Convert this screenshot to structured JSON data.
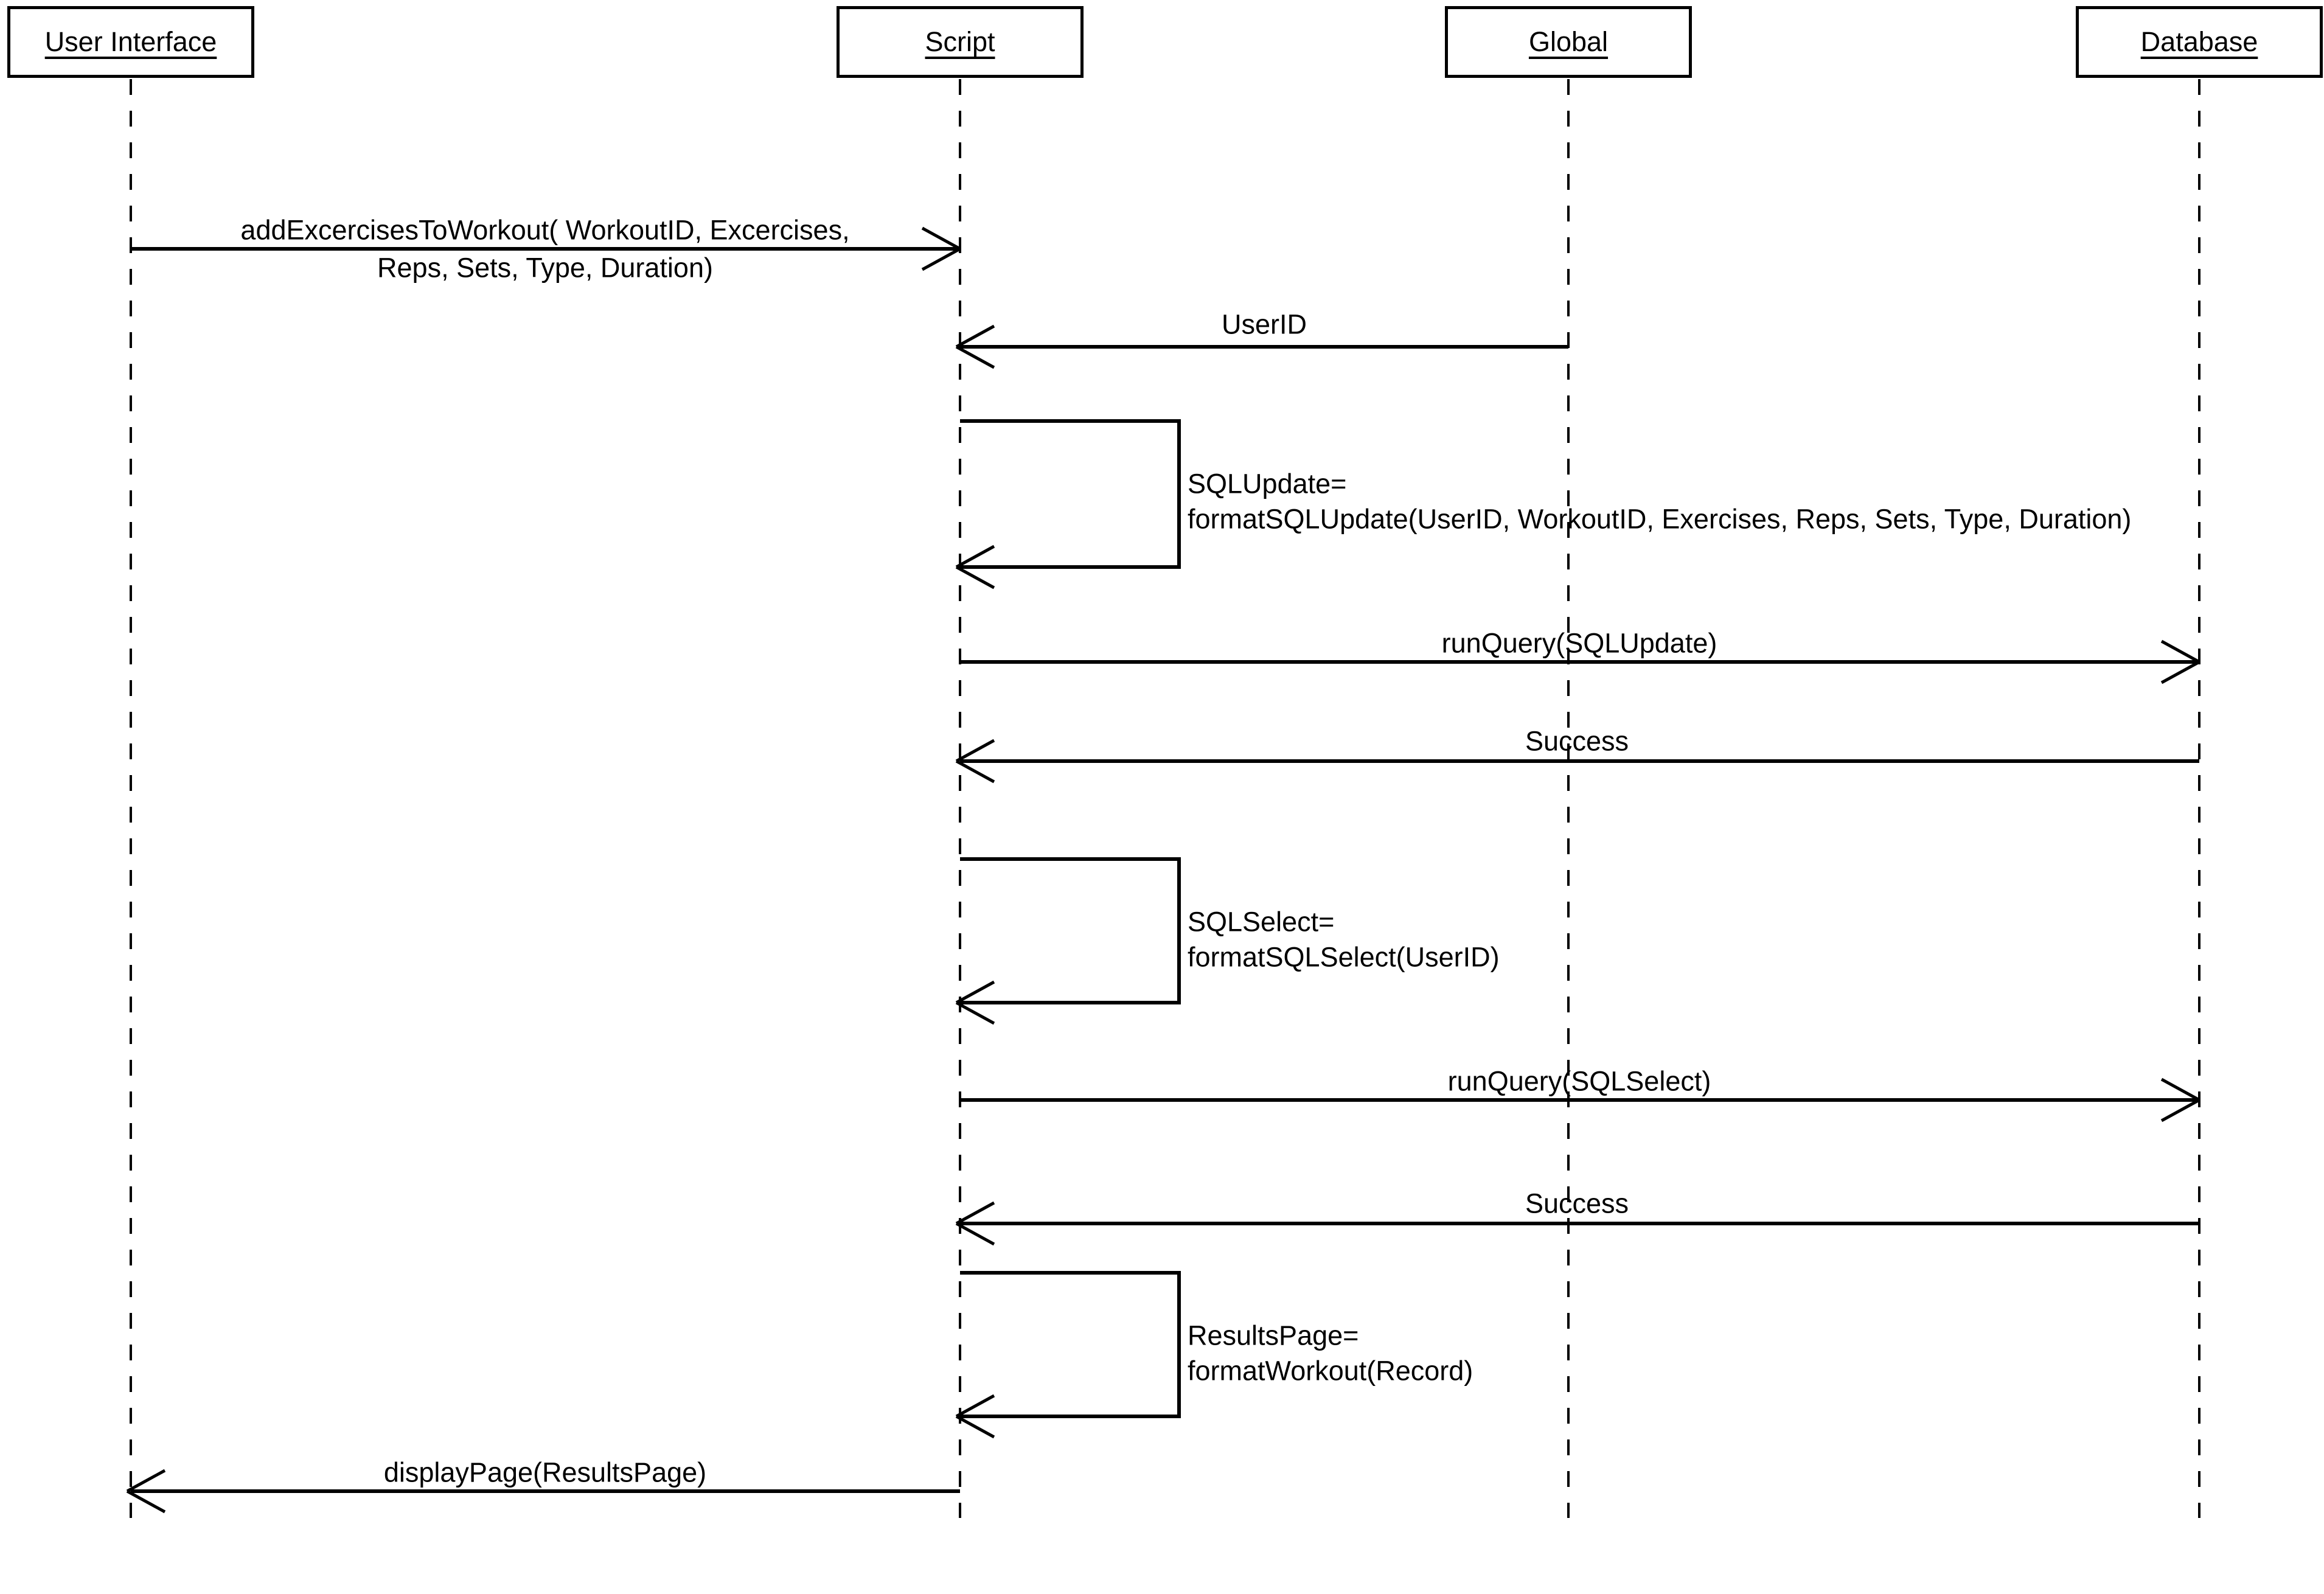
{
  "diagram_type": "uml-sequence-diagram",
  "colors": {
    "line": "#000000",
    "background": "#ffffff",
    "text": "#000000"
  },
  "lifelines": [
    {
      "label": "User Interface"
    },
    {
      "label": "Script"
    },
    {
      "label": "Global"
    },
    {
      "label": "Database"
    }
  ],
  "messages": [
    {
      "from": "User Interface",
      "to": "Script",
      "lines": [
        "addExcercisesToWorkout( WorkoutID, Excercises,",
        "Reps, Sets, Type, Duration)"
      ]
    },
    {
      "from": "Global",
      "to": "Script",
      "lines": [
        "UserID"
      ]
    },
    {
      "type": "self",
      "on": "Script",
      "lines": [
        "SQLUpdate=",
        "formatSQLUpdate(UserID, WorkoutID, Exercises, Reps, Sets, Type, Duration)"
      ]
    },
    {
      "from": "Script",
      "to": "Database",
      "lines": [
        "runQuery(SQLUpdate)"
      ]
    },
    {
      "from": "Database",
      "to": "Script",
      "lines": [
        "Success"
      ]
    },
    {
      "type": "self",
      "on": "Script",
      "lines": [
        "SQLSelect=",
        "formatSQLSelect(UserID)"
      ]
    },
    {
      "from": "Script",
      "to": "Database",
      "lines": [
        "runQuery(SQLSelect)"
      ]
    },
    {
      "from": "Database",
      "to": "Script",
      "lines": [
        "Success"
      ]
    },
    {
      "type": "self",
      "on": "Script",
      "lines": [
        "ResultsPage=",
        "formatWorkout(Record)"
      ]
    },
    {
      "from": "Script",
      "to": "User Interface",
      "lines": [
        "displayPage(ResultsPage)"
      ]
    }
  ]
}
